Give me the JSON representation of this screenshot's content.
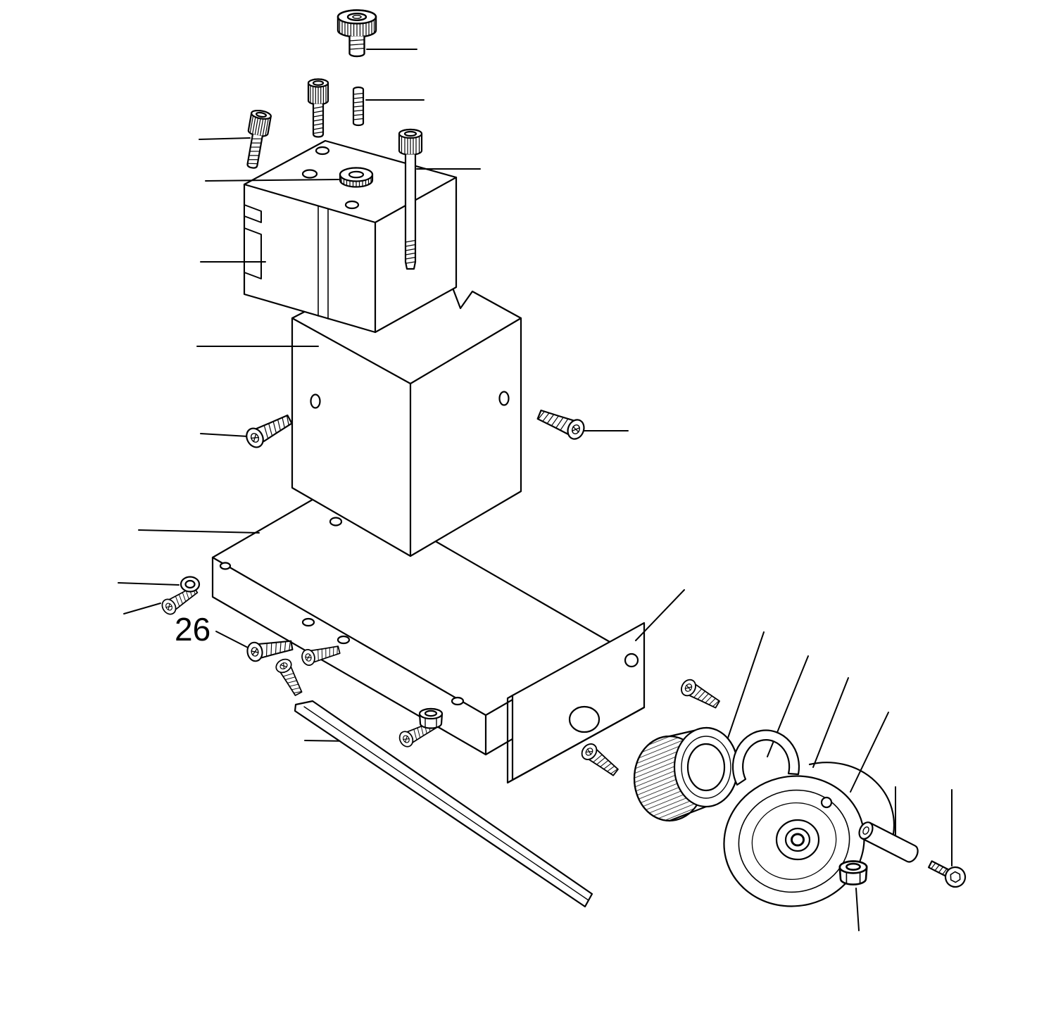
{
  "diagram": {
    "background_color": "#ffffff",
    "line_color": "#000000",
    "callouts": {
      "part_26": {
        "text": "26"
      }
    },
    "parts": [
      {
        "name": "thumb-screw"
      },
      {
        "name": "socket-cap-screw"
      },
      {
        "name": "set-screw"
      },
      {
        "name": "angled-cap-screw"
      },
      {
        "name": "long-cap-screw"
      },
      {
        "name": "clamp-block"
      },
      {
        "name": "knurled-knob"
      },
      {
        "name": "pump-body"
      },
      {
        "name": "side-screw-left"
      },
      {
        "name": "side-screw-right"
      },
      {
        "name": "base-plate"
      },
      {
        "name": "washer"
      },
      {
        "name": "washer-screw"
      },
      {
        "name": "screw-26"
      },
      {
        "name": "cluster-screw-2"
      },
      {
        "name": "cluster-screw-3"
      },
      {
        "name": "hex-nut"
      },
      {
        "name": "nut-screw"
      },
      {
        "name": "wiper-blade"
      },
      {
        "name": "mount-plate"
      },
      {
        "name": "mount-screw"
      },
      {
        "name": "plate-screw"
      },
      {
        "name": "toothed-pulley"
      },
      {
        "name": "drive-belt"
      },
      {
        "name": "pulley-wheel"
      },
      {
        "name": "pivot-pin"
      },
      {
        "name": "socket-screw-small"
      },
      {
        "name": "hex-plug"
      }
    ]
  }
}
